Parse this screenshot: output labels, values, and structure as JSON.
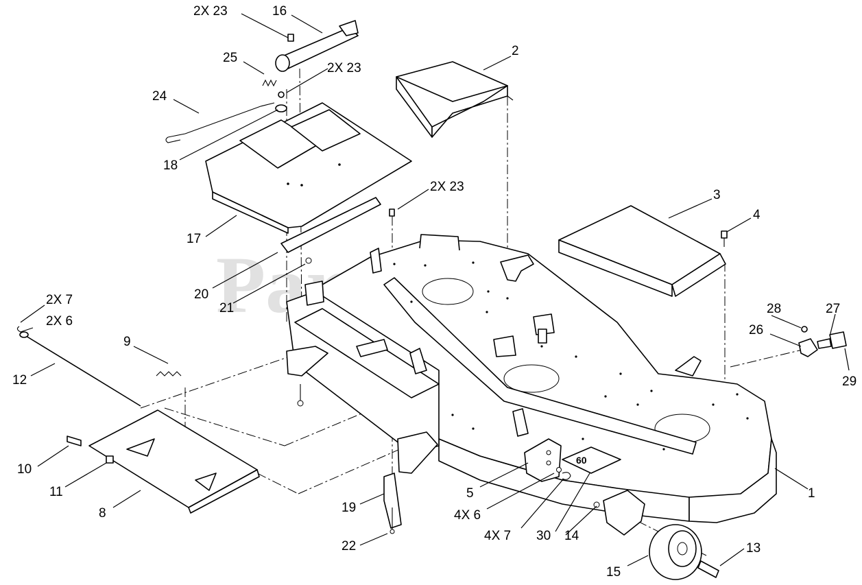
{
  "watermark": {
    "text": "PartsTree",
    "trademark": "TM"
  },
  "callouts": [
    {
      "id": "c1",
      "text": "1"
    },
    {
      "id": "c2",
      "text": "2"
    },
    {
      "id": "c3",
      "text": "3"
    },
    {
      "id": "c4",
      "text": "4"
    },
    {
      "id": "c5",
      "text": "5"
    },
    {
      "id": "c8",
      "text": "8"
    },
    {
      "id": "c9",
      "text": "9"
    },
    {
      "id": "c10",
      "text": "10"
    },
    {
      "id": "c11",
      "text": "11"
    },
    {
      "id": "c12",
      "text": "12"
    },
    {
      "id": "c13",
      "text": "13"
    },
    {
      "id": "c14",
      "text": "14"
    },
    {
      "id": "c15",
      "text": "15"
    },
    {
      "id": "c16",
      "text": "16"
    },
    {
      "id": "c17",
      "text": "17"
    },
    {
      "id": "c18",
      "text": "18"
    },
    {
      "id": "c19",
      "text": "19"
    },
    {
      "id": "c20",
      "text": "20"
    },
    {
      "id": "c21",
      "text": "21"
    },
    {
      "id": "c22",
      "text": "22"
    },
    {
      "id": "c23a",
      "text": "2X 23"
    },
    {
      "id": "c23b",
      "text": "2X 23"
    },
    {
      "id": "c23c",
      "text": "2X 23"
    },
    {
      "id": "c24",
      "text": "24"
    },
    {
      "id": "c25",
      "text": "25"
    },
    {
      "id": "c26",
      "text": "26"
    },
    {
      "id": "c27",
      "text": "27"
    },
    {
      "id": "c28",
      "text": "28"
    },
    {
      "id": "c29",
      "text": "29"
    },
    {
      "id": "c30",
      "text": "30"
    },
    {
      "id": "c6a",
      "text": "2X 6"
    },
    {
      "id": "c7a",
      "text": "2X 7"
    },
    {
      "id": "c6b",
      "text": "4X 6"
    },
    {
      "id": "c7b",
      "text": "4X 7"
    }
  ],
  "colors": {
    "line": "#000000",
    "background": "#ffffff",
    "watermark": "#c9c9c9"
  }
}
